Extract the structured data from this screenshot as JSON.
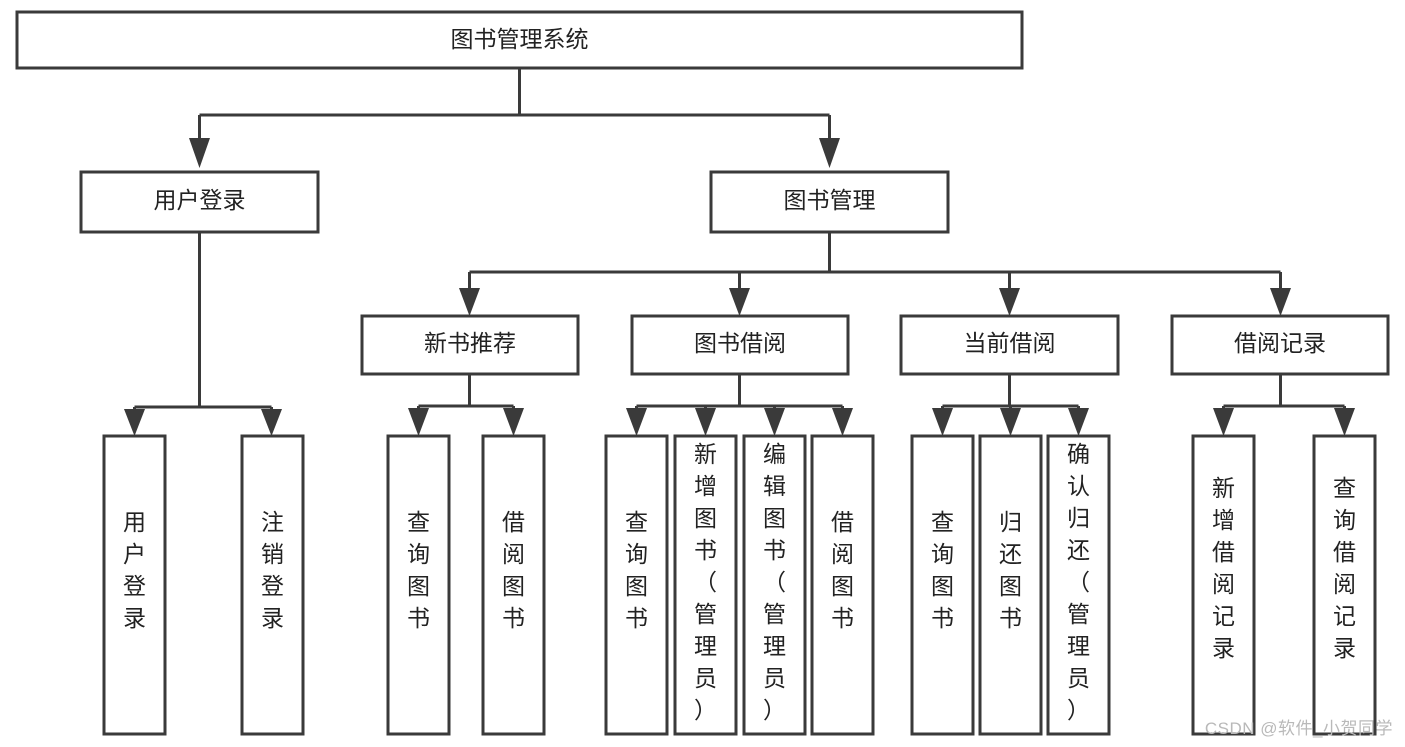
{
  "diagram": {
    "type": "tree-hierarchy",
    "title": "图书管理系统",
    "watermark": "CSDN @软件_小贺同学",
    "colors": {
      "stroke": "#3a3a3a",
      "fill": "#ffffff",
      "text": "#222222",
      "watermark": "#b9b9b9",
      "background": "#ffffff"
    },
    "root": {
      "label": "图书管理系统"
    },
    "level2": [
      {
        "label": "用户登录"
      },
      {
        "label": "图书管理"
      }
    ],
    "level3": [
      {
        "label": "新书推荐"
      },
      {
        "label": "图书借阅"
      },
      {
        "label": "当前借阅"
      },
      {
        "label": "借阅记录"
      }
    ],
    "leaves": {
      "user_login": [
        {
          "label": "用户登录"
        },
        {
          "label": "注销登录"
        }
      ],
      "new_book_recommend": [
        {
          "label": "查询图书"
        },
        {
          "label": "借阅图书"
        }
      ],
      "book_borrow": [
        {
          "label": "查询图书"
        },
        {
          "label": "新增图书（管理员）"
        },
        {
          "label": "编辑图书（管理员）"
        },
        {
          "label": "借阅图书"
        }
      ],
      "current_borrow": [
        {
          "label": "查询图书"
        },
        {
          "label": "归还图书"
        },
        {
          "label": "确认归还（管理员）"
        }
      ],
      "borrow_record": [
        {
          "label": "新增借阅记录"
        },
        {
          "label": "查询借阅记录"
        }
      ]
    }
  }
}
